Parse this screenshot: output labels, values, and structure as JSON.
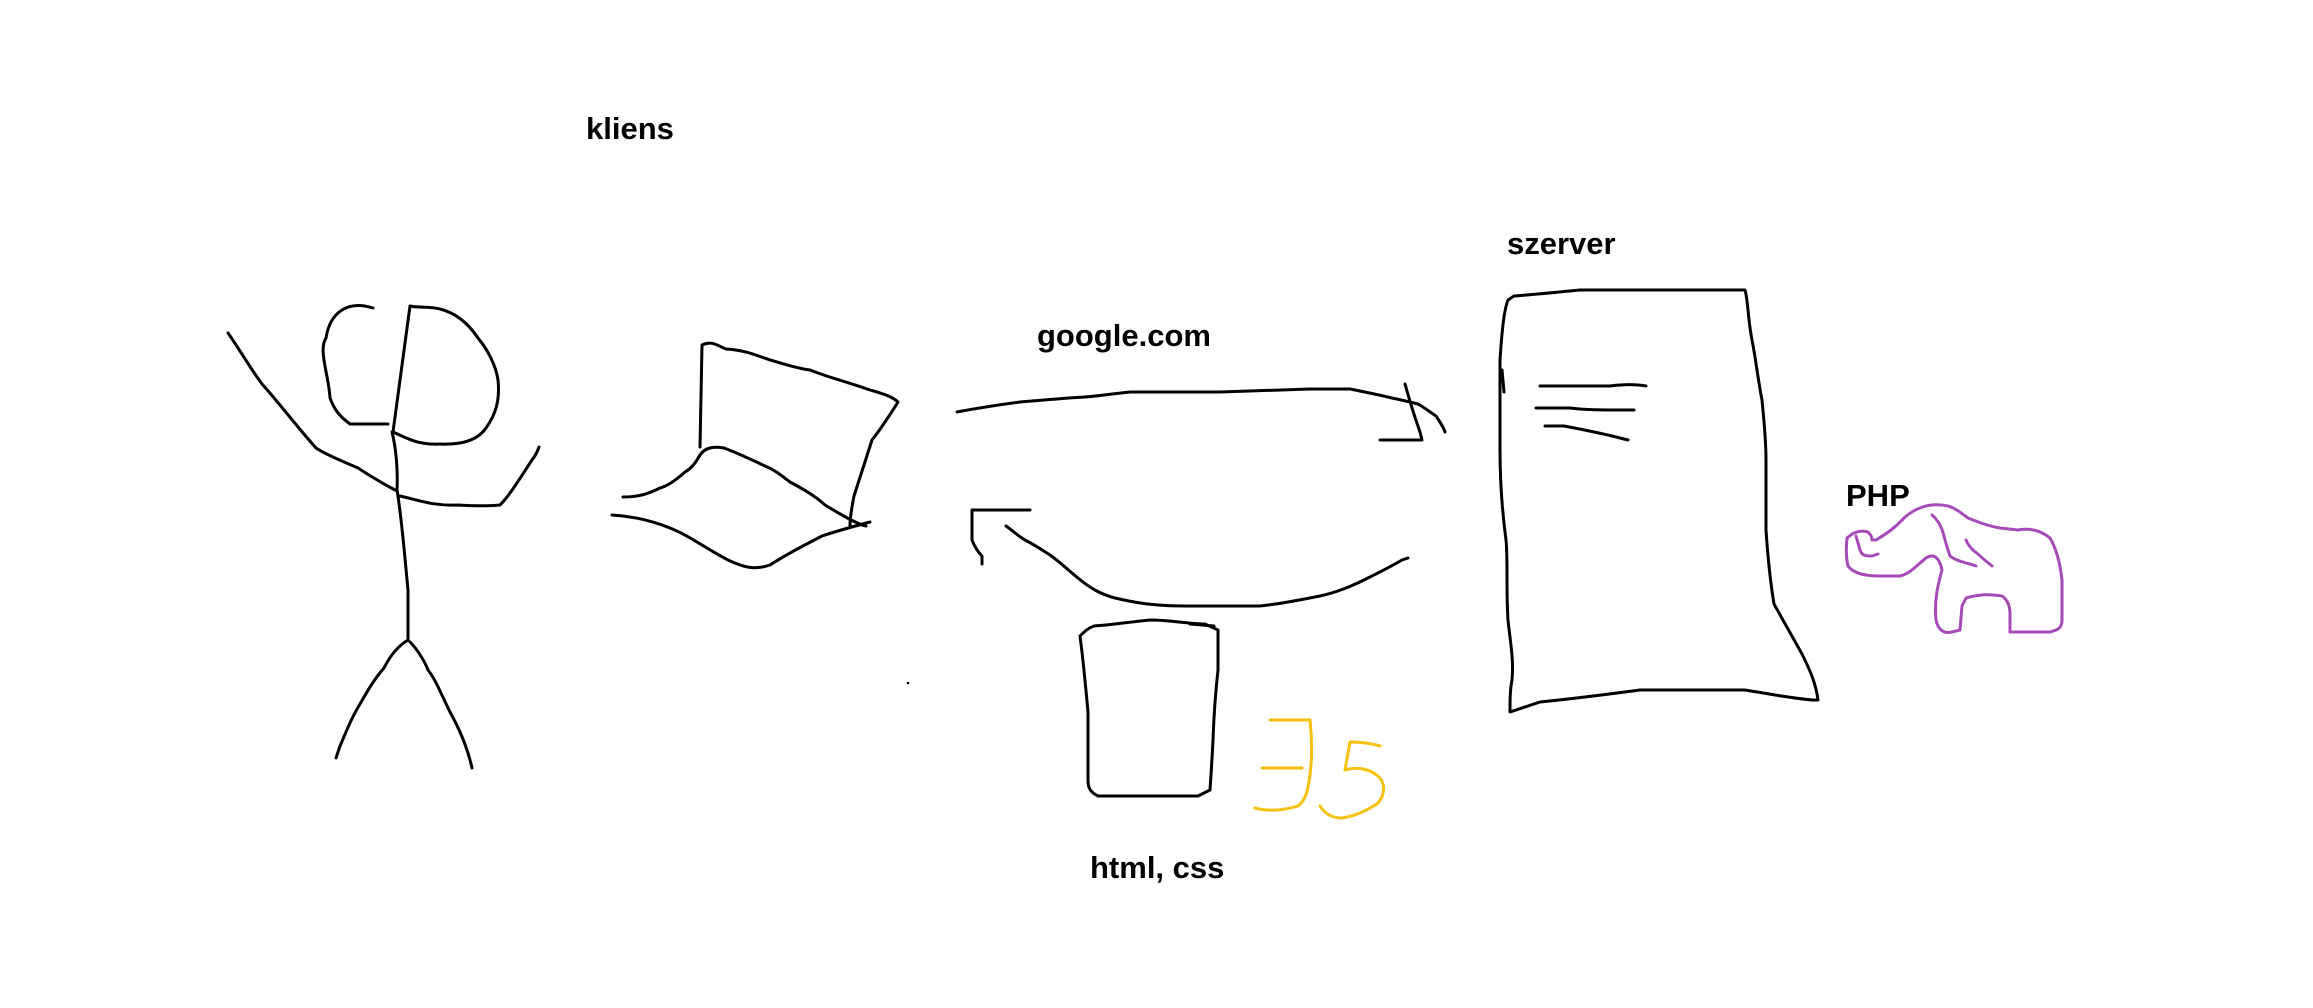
{
  "labels": {
    "client": "kliens",
    "server": "szerver",
    "request": "google.com",
    "response": "html, css",
    "backend": "PHP"
  },
  "icons": {
    "stick_figure": "user-stick-figure-icon",
    "laptop": "laptop-icon",
    "request_arrow": "arrow-right-icon",
    "response_arrow": "arrow-left-icon",
    "html_document": "document-icon",
    "server_document": "server-document-icon",
    "javascript": "js-logo-icon",
    "php_elephant": "elephant-icon"
  },
  "colors": {
    "ink": "#000000",
    "js": "#f5c211",
    "php": "#a64ab8",
    "background": "#ffffff"
  }
}
